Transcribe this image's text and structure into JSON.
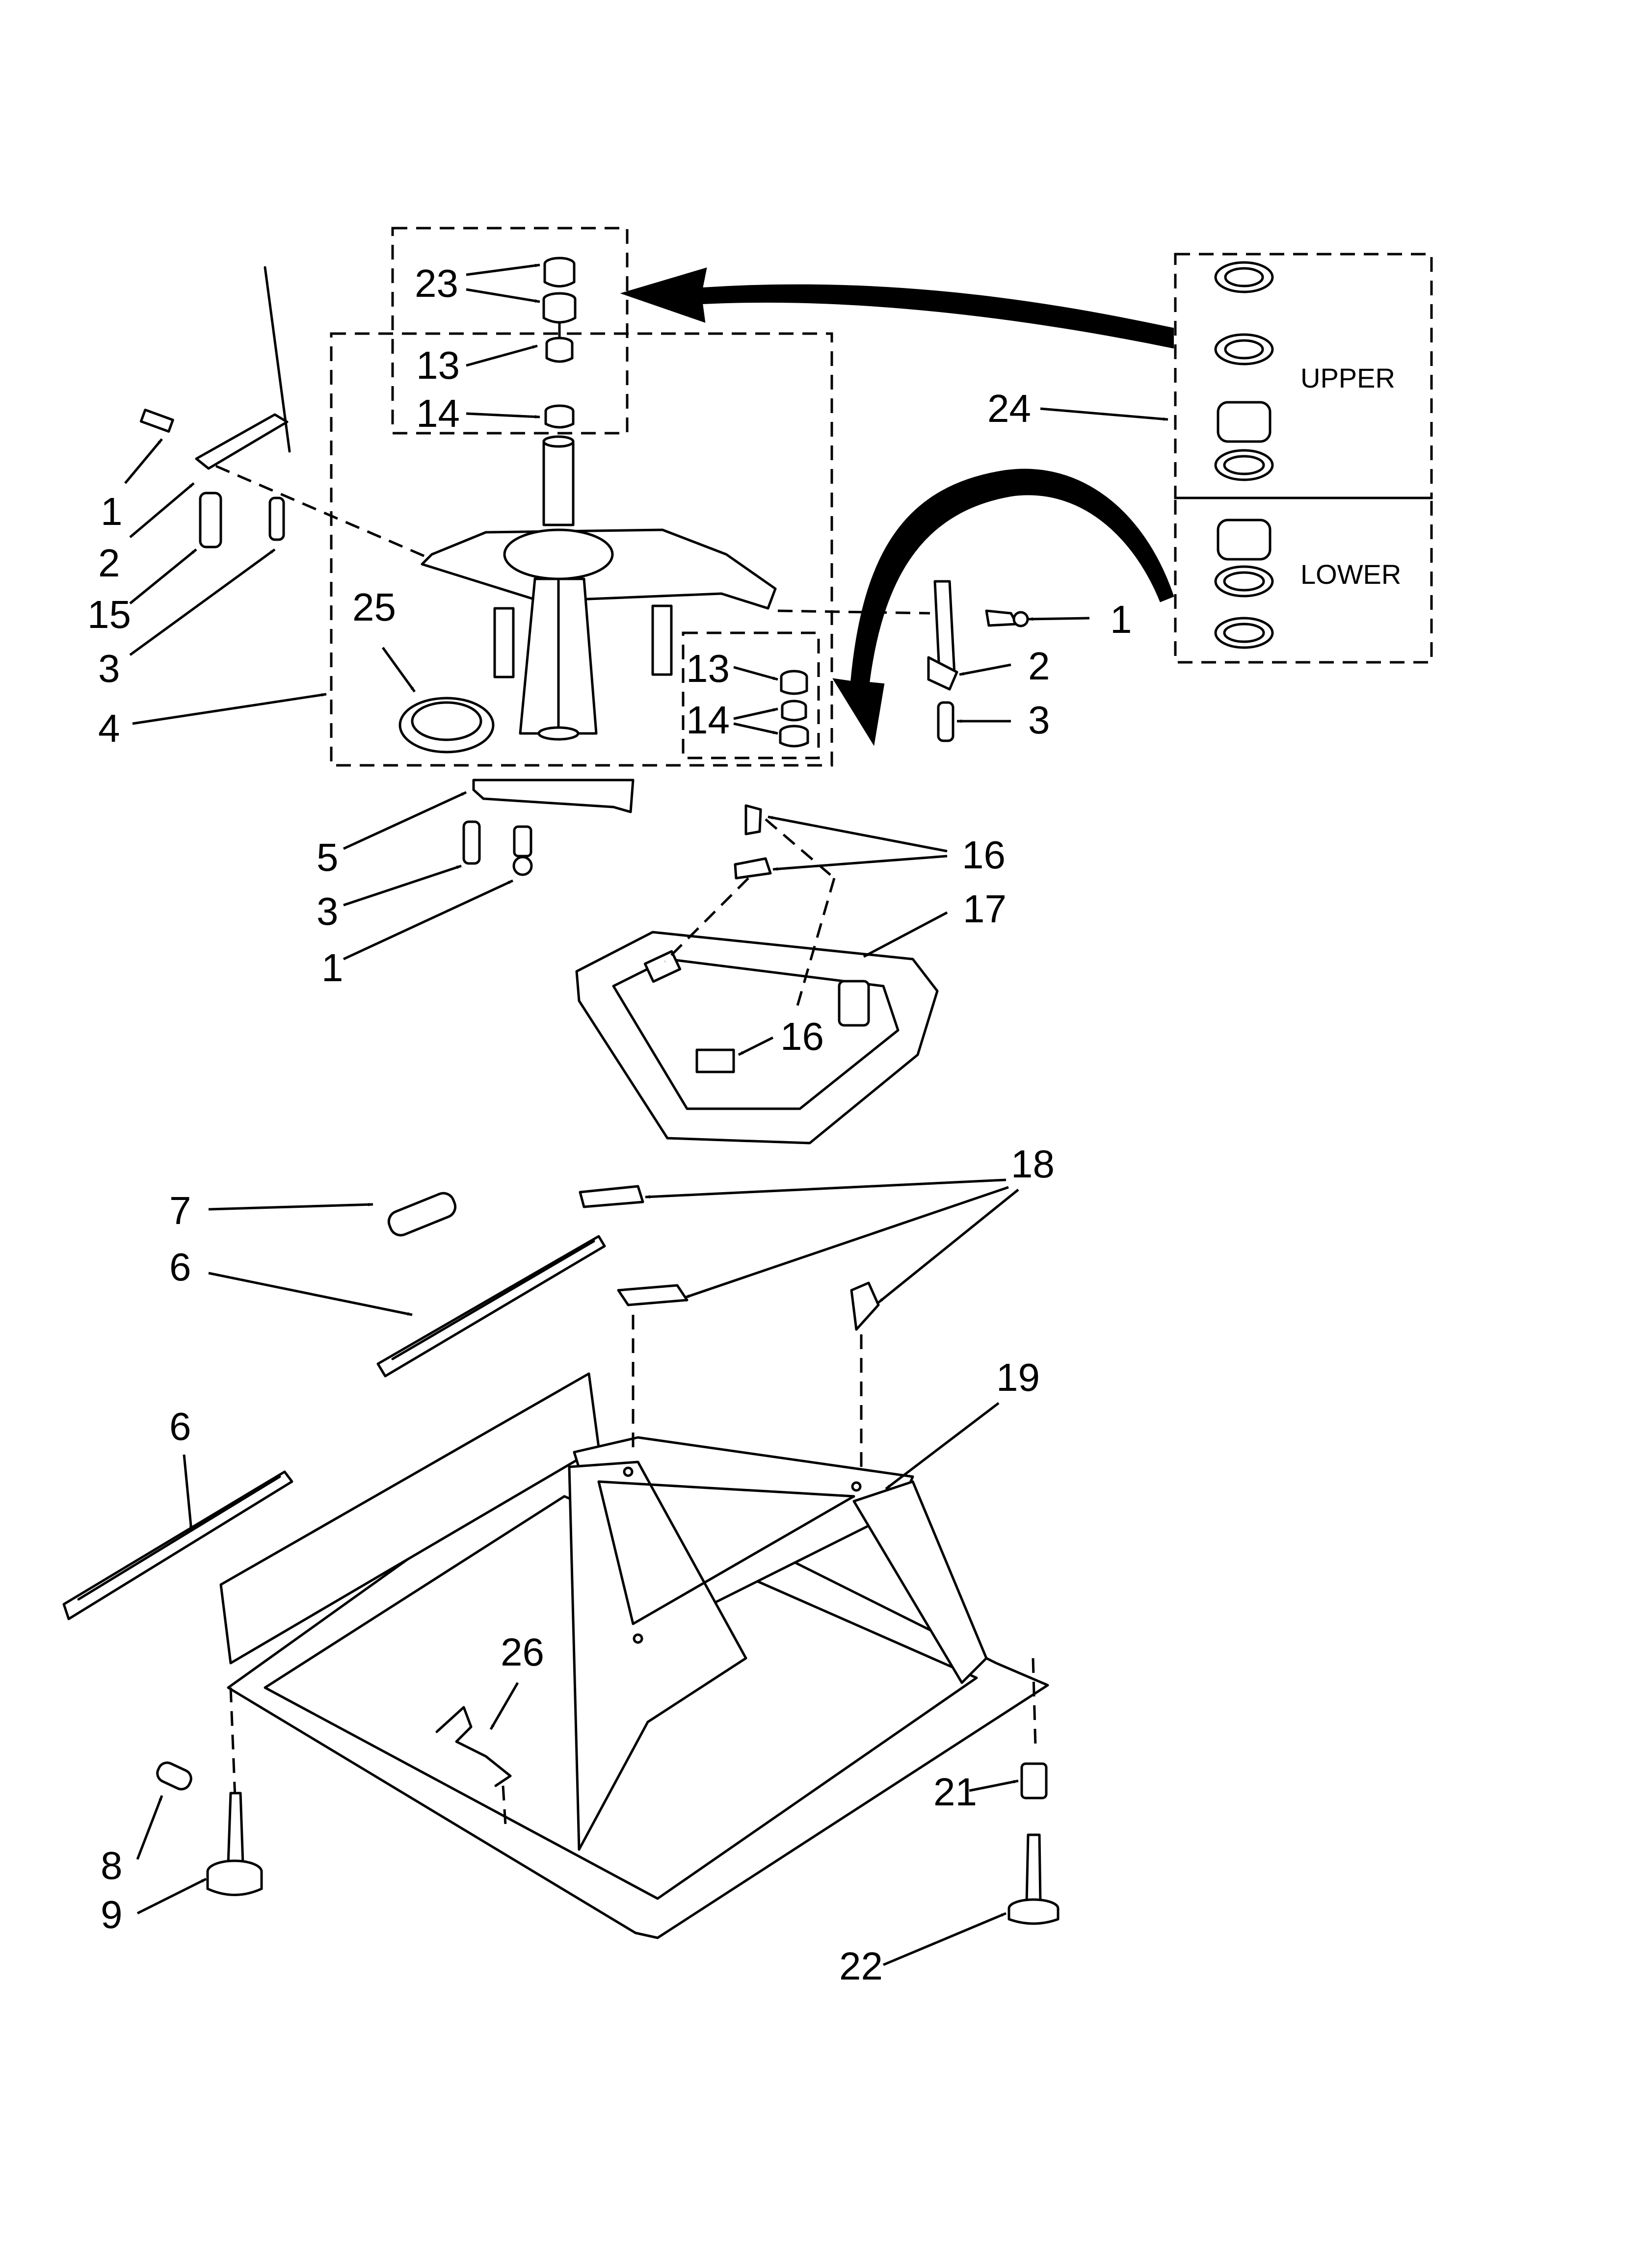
{
  "callouts": [
    {
      "id": "23",
      "label": "23"
    },
    {
      "id": "13a",
      "label": "13"
    },
    {
      "id": "14a",
      "label": "14"
    },
    {
      "id": "24",
      "label": "24"
    },
    {
      "id": "1a",
      "label": "1"
    },
    {
      "id": "2a",
      "label": "2"
    },
    {
      "id": "15",
      "label": "15"
    },
    {
      "id": "3a",
      "label": "3"
    },
    {
      "id": "25",
      "label": "25"
    },
    {
      "id": "4",
      "label": "4"
    },
    {
      "id": "13b",
      "label": "13"
    },
    {
      "id": "14b",
      "label": "14"
    },
    {
      "id": "1b",
      "label": "1"
    },
    {
      "id": "2b",
      "label": "2"
    },
    {
      "id": "3b",
      "label": "3"
    },
    {
      "id": "5",
      "label": "5"
    },
    {
      "id": "3c",
      "label": "3"
    },
    {
      "id": "1c",
      "label": "1"
    },
    {
      "id": "16a",
      "label": "16"
    },
    {
      "id": "17",
      "label": "17"
    },
    {
      "id": "16b",
      "label": "16"
    },
    {
      "id": "18",
      "label": "18"
    },
    {
      "id": "7",
      "label": "7"
    },
    {
      "id": "6a",
      "label": "6"
    },
    {
      "id": "19",
      "label": "19"
    },
    {
      "id": "6b",
      "label": "6"
    },
    {
      "id": "26",
      "label": "26"
    },
    {
      "id": "21",
      "label": "21"
    },
    {
      "id": "8",
      "label": "8"
    },
    {
      "id": "9",
      "label": "9"
    },
    {
      "id": "22",
      "label": "22"
    }
  ],
  "kit_labels": {
    "upper": "UPPER",
    "lower": "LOWER"
  }
}
